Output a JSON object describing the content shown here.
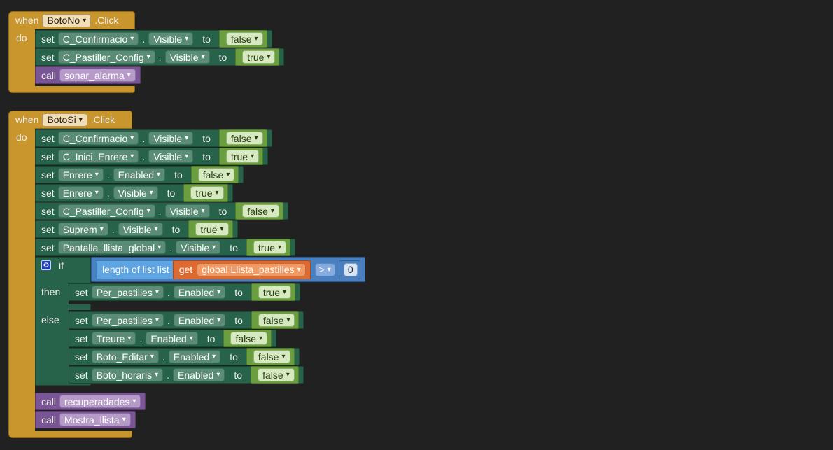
{
  "blocks": {
    "event1": {
      "kw_when": "when",
      "component": "BotoNo",
      "event": ".Click",
      "kw_do": "do",
      "rows": [
        {
          "kw": "set",
          "component": "C_Confirmacio",
          "dot": ".",
          "property": "Visible",
          "to": "to",
          "value": "false"
        },
        {
          "kw": "set",
          "component": "C_Pastiller_Config",
          "dot": ".",
          "property": "Visible",
          "to": "to",
          "value": "true"
        },
        {
          "kw": "call",
          "procedure": "sonar_alarma"
        }
      ]
    },
    "event2": {
      "kw_when": "when",
      "component": "BotoSi",
      "event": ".Click",
      "kw_do": "do",
      "rows": [
        {
          "kw": "set",
          "component": "C_Confirmacio",
          "dot": ".",
          "property": "Visible",
          "to": "to",
          "value": "false"
        },
        {
          "kw": "set",
          "component": "C_Inici_Enrere",
          "dot": ".",
          "property": "Visible",
          "to": "to",
          "value": "true"
        },
        {
          "kw": "set",
          "component": "Enrere",
          "dot": ".",
          "property": "Enabled",
          "to": "to",
          "value": "false"
        },
        {
          "kw": "set",
          "component": "Enrere",
          "dot": ".",
          "property": "Visible",
          "to": "to",
          "value": "true"
        },
        {
          "kw": "set",
          "component": "C_Pastiller_Config",
          "dot": ".",
          "property": "Visible",
          "to": "to",
          "value": "false"
        },
        {
          "kw": "set",
          "component": "Suprem",
          "dot": ".",
          "property": "Visible",
          "to": "to",
          "value": "true"
        },
        {
          "kw": "set",
          "component": "Pantalla_llista_global",
          "dot": ".",
          "property": "Visible",
          "to": "to",
          "value": "true"
        }
      ],
      "if_block": {
        "kw_if": "if",
        "kw_then": "then",
        "kw_else": "else",
        "mutator_icon": "gear-icon",
        "condition": {
          "length_label": "length of list  list",
          "get_kw": "get",
          "get_var": "global Llista_pastilles",
          "operator": ">",
          "number": "0"
        },
        "then_rows": [
          {
            "kw": "set",
            "component": "Per_pastilles",
            "dot": ".",
            "property": "Enabled",
            "to": "to",
            "value": "true"
          }
        ],
        "else_rows": [
          {
            "kw": "set",
            "component": "Per_pastilles",
            "dot": ".",
            "property": "Enabled",
            "to": "to",
            "value": "false"
          },
          {
            "kw": "set",
            "component": "Treure",
            "dot": ".",
            "property": "Enabled",
            "to": "to",
            "value": "false"
          },
          {
            "kw": "set",
            "component": "Boto_Editar",
            "dot": ".",
            "property": "Enabled",
            "to": "to",
            "value": "false"
          },
          {
            "kw": "set",
            "component": "Boto_horaris",
            "dot": ".",
            "property": "Enabled",
            "to": "to",
            "value": "false"
          }
        ]
      },
      "tail_rows": [
        {
          "kw": "call",
          "procedure": "recuperadades"
        },
        {
          "kw": "call",
          "procedure": "Mostra_llista"
        }
      ]
    }
  }
}
